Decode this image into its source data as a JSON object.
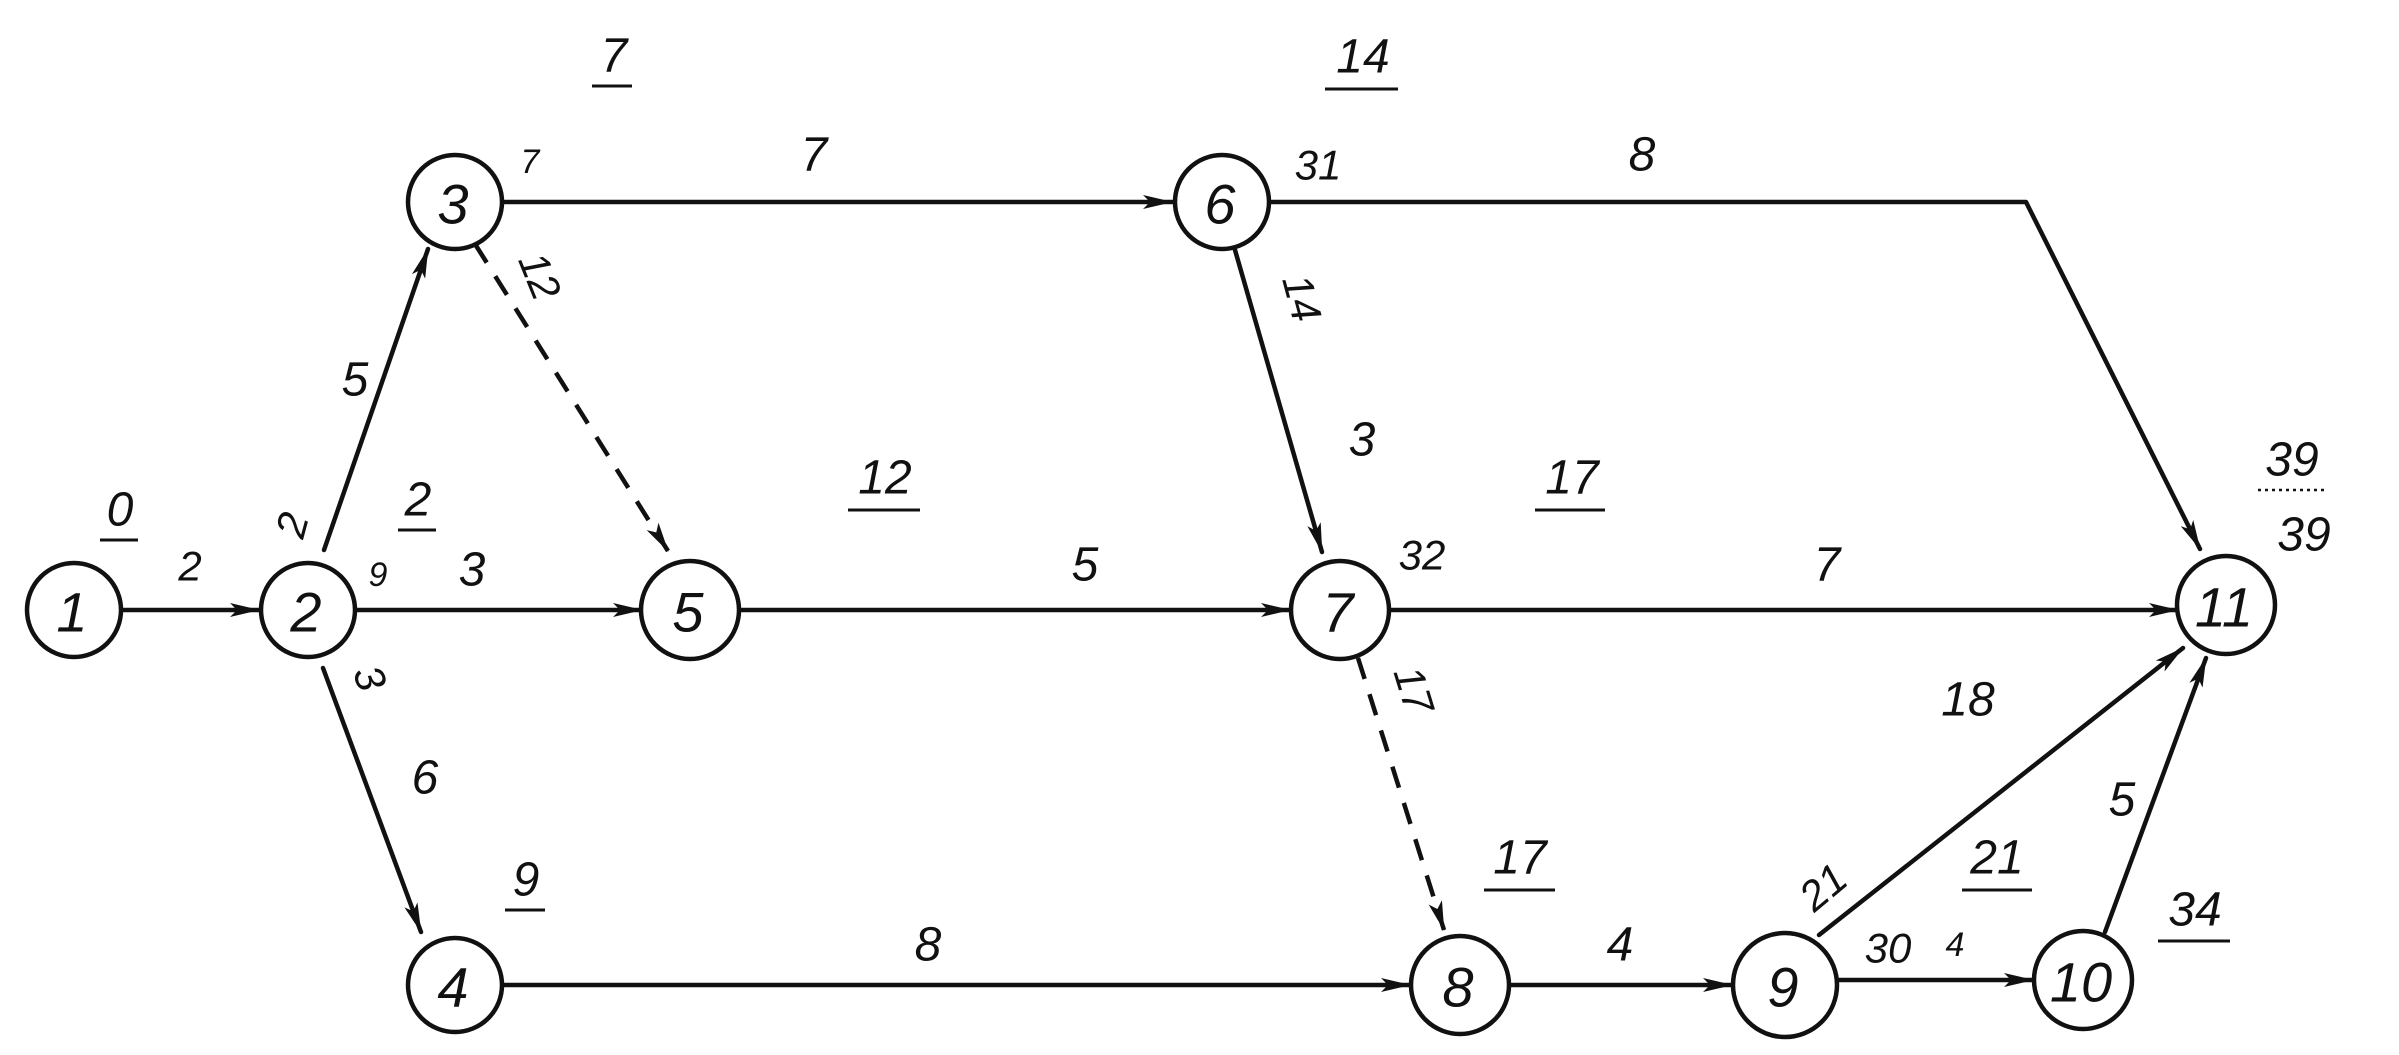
{
  "nodes": [
    {
      "id": "1",
      "label": "1"
    },
    {
      "id": "2",
      "label": "2"
    },
    {
      "id": "3",
      "label": "3"
    },
    {
      "id": "4",
      "label": "4"
    },
    {
      "id": "5",
      "label": "5"
    },
    {
      "id": "6",
      "label": "6"
    },
    {
      "id": "7",
      "label": "7"
    },
    {
      "id": "8",
      "label": "8"
    },
    {
      "id": "9",
      "label": "9"
    },
    {
      "id": "10",
      "label": "10"
    },
    {
      "id": "11",
      "label": "11"
    }
  ],
  "edges": [
    {
      "from": "1",
      "to": "2",
      "style": "solid",
      "duration": "2"
    },
    {
      "from": "2",
      "to": "3",
      "style": "solid",
      "duration": "5"
    },
    {
      "from": "2",
      "to": "5",
      "style": "solid",
      "duration": "3"
    },
    {
      "from": "2",
      "to": "4",
      "style": "solid",
      "duration": "6"
    },
    {
      "from": "3",
      "to": "6",
      "style": "solid",
      "duration": "7"
    },
    {
      "from": "3",
      "to": "5",
      "style": "dashed",
      "duration": ""
    },
    {
      "from": "5",
      "to": "7",
      "style": "solid",
      "duration": "5"
    },
    {
      "from": "6",
      "to": "7",
      "style": "solid",
      "duration": "3"
    },
    {
      "from": "6",
      "to": "11",
      "style": "solid",
      "duration": "8"
    },
    {
      "from": "7",
      "to": "11",
      "style": "solid",
      "duration": "7"
    },
    {
      "from": "7",
      "to": "8",
      "style": "dashed",
      "duration": ""
    },
    {
      "from": "4",
      "to": "8",
      "style": "solid",
      "duration": "8"
    },
    {
      "from": "8",
      "to": "9",
      "style": "solid",
      "duration": "4"
    },
    {
      "from": "9",
      "to": "11",
      "style": "solid",
      "duration": "18"
    },
    {
      "from": "9",
      "to": "10",
      "style": "solid",
      "duration": "4"
    },
    {
      "from": "10",
      "to": "11",
      "style": "solid",
      "duration": "5"
    }
  ],
  "early_times": [
    {
      "node": "1",
      "value": "0"
    },
    {
      "node": "2",
      "value": "2"
    },
    {
      "node": "3",
      "value": "7"
    },
    {
      "node": "4",
      "value": "9"
    },
    {
      "node": "5",
      "value": "12"
    },
    {
      "node": "6",
      "value": "14"
    },
    {
      "node": "7",
      "value": "17"
    },
    {
      "node": "8",
      "value": "17"
    },
    {
      "node": "9",
      "value": "21"
    },
    {
      "node": "10",
      "value": "34"
    },
    {
      "node": "11",
      "value": "39"
    }
  ],
  "small_labels": {
    "n2_above": "2",
    "n2_right": "9",
    "n2_below": "3",
    "n3_right": "7",
    "n3_dashed": "12",
    "n6_right": "31",
    "n6_below": "14",
    "n7_right": "32",
    "n7_dashed": "17",
    "n9_upper": "21",
    "n9_right": "30",
    "n11_second": "39"
  }
}
